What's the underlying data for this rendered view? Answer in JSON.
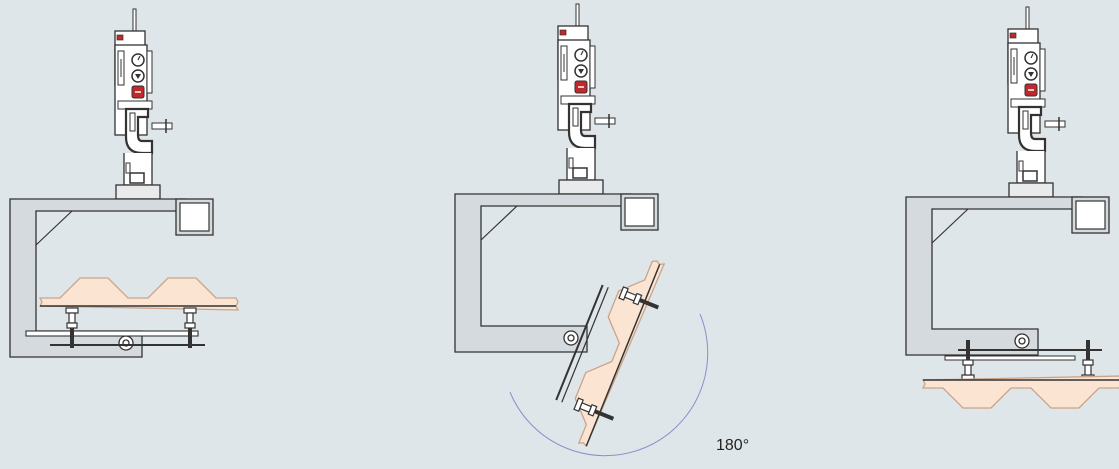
{
  "rotation_label": "180°",
  "colors": {
    "background": "#dfe6e9",
    "frame_fill": "#d4dadd",
    "line": "#333333",
    "panel_fill": "#fbe4d2",
    "panel_stroke": "#c9a48a",
    "arc": "#8a90c8",
    "knob_red": "#c0282b"
  },
  "icons": [
    "seaming-machine-icon",
    "clamp-frame-icon",
    "profiled-panel-icon",
    "rotation-arc-icon"
  ],
  "panel_positions": [
    "upper",
    "rotated",
    "lower"
  ]
}
